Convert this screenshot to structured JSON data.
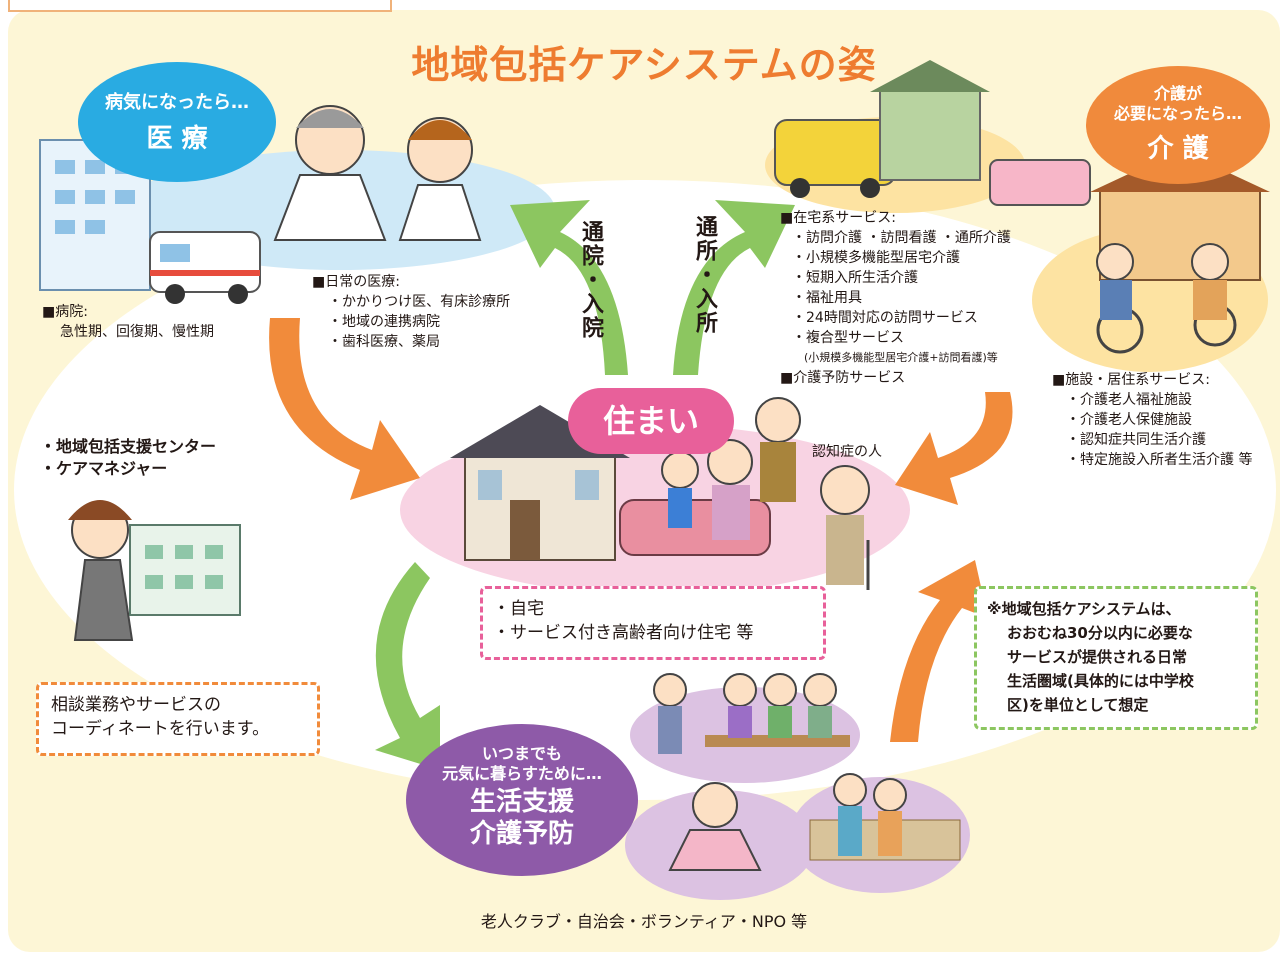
{
  "title": "地域包括ケアシステムの姿",
  "medical": {
    "sub": "病気になったら…",
    "main": "医 療",
    "hospital_head": "■病院:",
    "hospital_item": "急性期、回復期、慢性期",
    "daily_head": "■日常の医療:",
    "daily_items": [
      "・かかりつけ医、有床診療所",
      "・地域の連携病院",
      "・歯科医療、薬局"
    ]
  },
  "care": {
    "sub1": "介護が",
    "sub2": "必要になったら…",
    "main": "介 護",
    "home_head": "■在宅系サービス:",
    "home_items": [
      "・訪問介護 ・訪問看護 ・通所介護",
      "・小規模多機能型居宅介護",
      "・短期入所生活介護",
      "・福祉用具",
      "・24時間対応の訪問サービス",
      "・複合型サービス"
    ],
    "home_note": "(小規模多機能型居宅介護+訪問看護)等",
    "prevention_head": "■介護予防サービス",
    "facility_head": "■施設・居住系サービス:",
    "facility_items": [
      "・介護老人福祉施設",
      "・介護老人保健施設",
      "・認知症共同生活介護",
      "・特定施設入所者生活介護 等"
    ]
  },
  "arrows": {
    "hospital": "通院・入院",
    "daycare": "通所・入所"
  },
  "housing": {
    "label": "住まい",
    "dementia": "認知症の人",
    "items": [
      "・自宅",
      "・サービス付き高齢者向け住宅 等"
    ]
  },
  "support_center": {
    "items": [
      "・地域包括支援センター",
      "・ケアマネジャー"
    ],
    "note": [
      "相談業務やサービスの",
      "コーディネートを行います。"
    ]
  },
  "life_support": {
    "sub1": "いつまでも",
    "sub2": "元気に暮らすために…",
    "main1": "生活支援",
    "main2": "介護予防"
  },
  "community": "老人クラブ・自治会・ボランティア・NPO 等",
  "footnote": [
    "※地域包括ケアシステムは、",
    "おおむね30分以内に必要な",
    "サービスが提供される日常",
    "生活圏域(具体的には中学校",
    "区)を単位として想定"
  ],
  "colors": {
    "title": "#ee7c30",
    "medical": "#29abe2",
    "care": "#f08a3c",
    "housing": "#e8609a",
    "life": "#8e5aa8",
    "green_arrow": "#8cc660",
    "orange_arrow": "#f18b3b"
  }
}
